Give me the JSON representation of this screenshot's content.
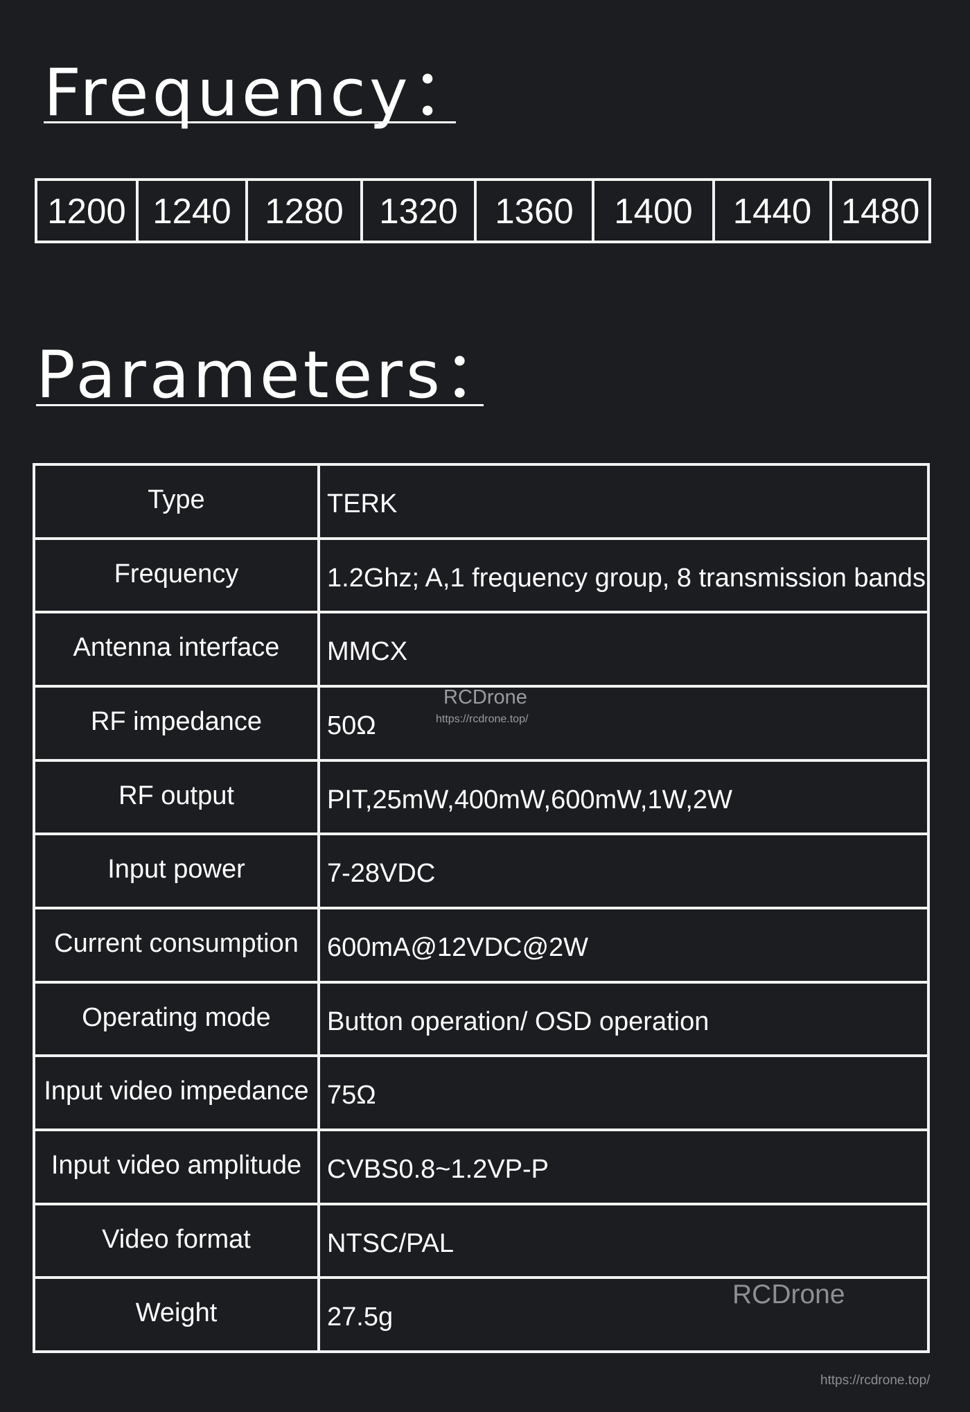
{
  "frequency_section": {
    "heading": "Frequency：",
    "values": [
      "1200",
      "1240",
      "1280",
      "1320",
      "1360",
      "1400",
      "1440",
      "1480"
    ]
  },
  "parameters_section": {
    "heading": "Parameters：",
    "rows": [
      {
        "key": "Type",
        "value": "TERK"
      },
      {
        "key": "Frequency",
        "value": "1.2Ghz; A,1 frequency group, 8 transmission bands"
      },
      {
        "key": "Antenna interface",
        "value": "MMCX"
      },
      {
        "key": "RF impedance",
        "value": "50Ω"
      },
      {
        "key": "RF output",
        "value": "PIT,25mW,400mW,600mW,1W,2W"
      },
      {
        "key": "Input power",
        "value": "7-28VDC"
      },
      {
        "key": "Current consumption",
        "value": "600mA@12VDC@2W"
      },
      {
        "key": "Operating mode",
        "value": "Button operation/ OSD operation"
      },
      {
        "key": "Input video impedance",
        "value": "75Ω"
      },
      {
        "key": "Input video amplitude",
        "value": "CVBS0.8~1.2VP-P"
      },
      {
        "key": "Video format",
        "value": "NTSC/PAL"
      },
      {
        "key": "Weight",
        "value": "27.5g"
      }
    ]
  },
  "watermarks": {
    "middle_brand": "RCDrone",
    "middle_url": "https://rcdrone.top/",
    "bottom_brand": "RCDrone",
    "bottom_url": "https://rcdrone.top/"
  },
  "colors": {
    "background": "#1c1d21",
    "text": "#ffffff",
    "border": "#f2f2f2",
    "watermark": "#9a9b9f"
  }
}
